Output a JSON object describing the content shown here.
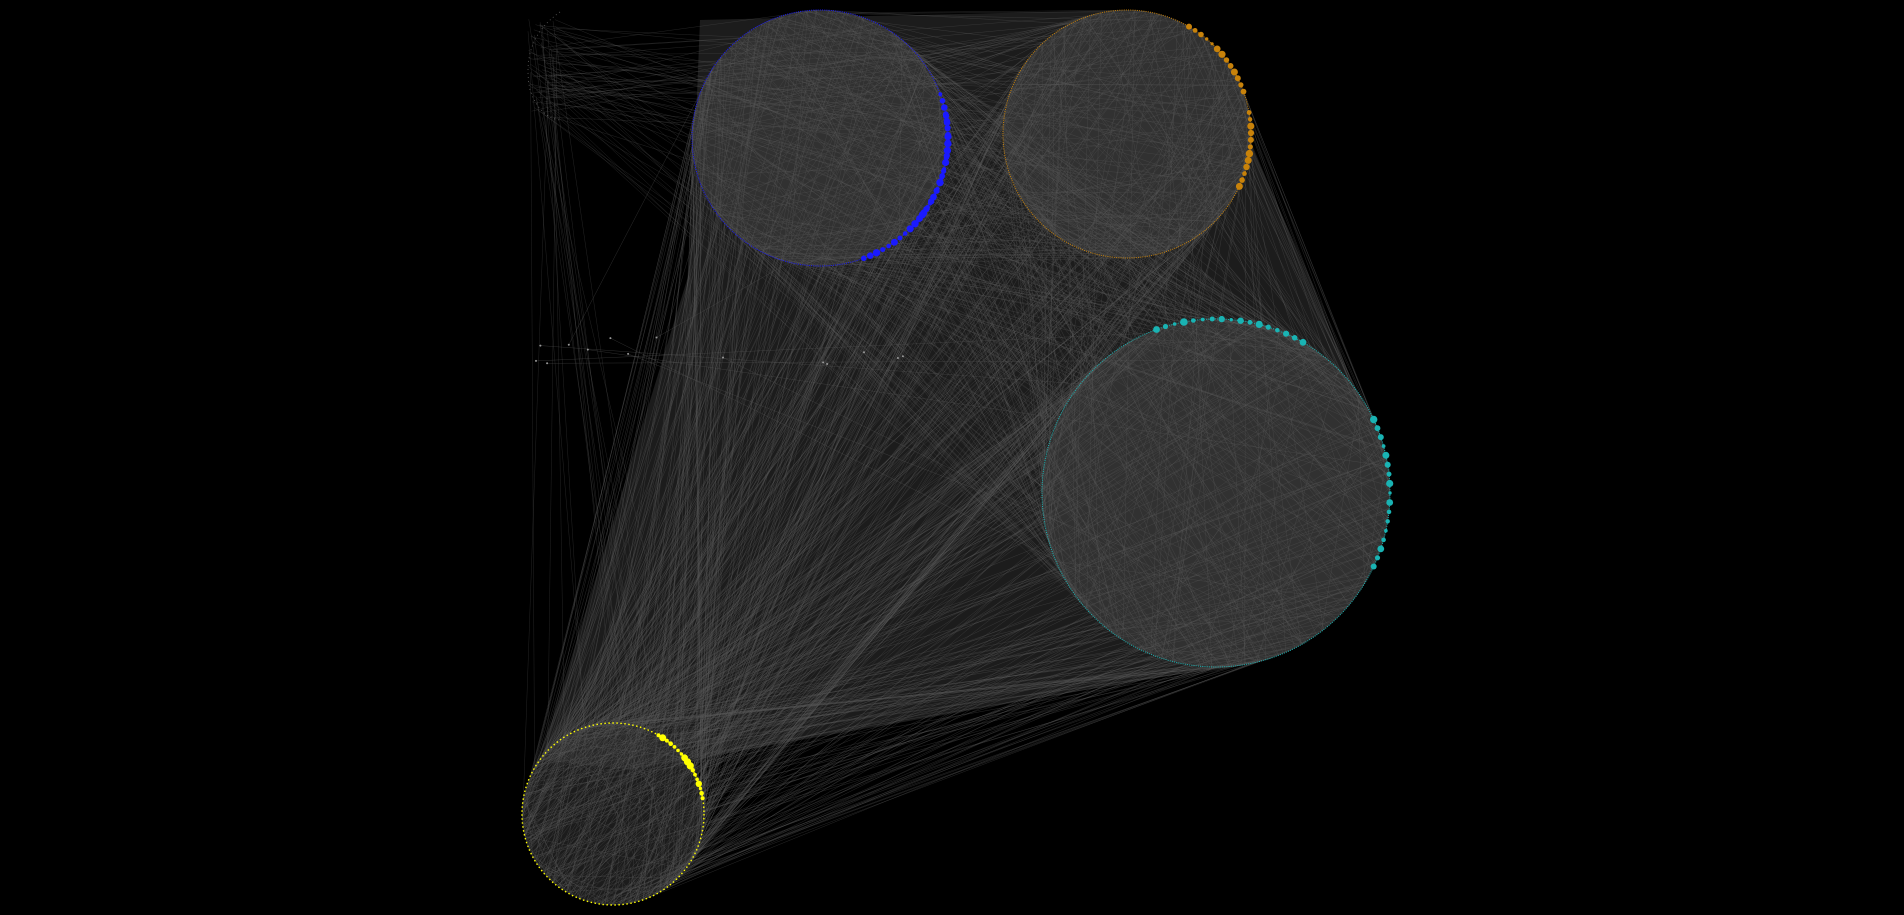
{
  "graph": {
    "background": "#000000",
    "edge_color": "#5a5a5a",
    "fill_color": "#333333",
    "clusters": [
      {
        "id": "blue",
        "color": "#1a1aff"
      },
      {
        "id": "orange",
        "color": "#c8820a"
      },
      {
        "id": "cyan",
        "color": "#19b3b3"
      },
      {
        "id": "yellow",
        "color": "#ffff00"
      },
      {
        "id": "small-grey",
        "color": "#9a9a9a"
      }
    ]
  }
}
